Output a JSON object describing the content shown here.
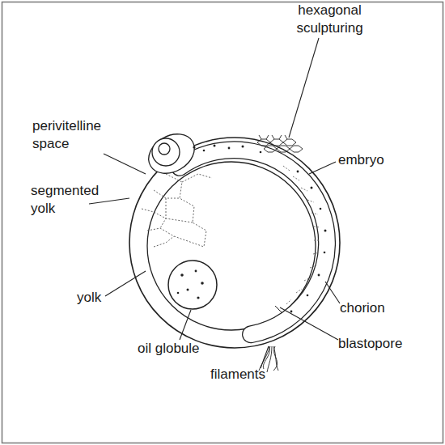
{
  "diagram": {
    "labels": [
      "hexagonal sculpturing",
      "perivitelline space",
      "embryo",
      "segmented yolk",
      "yolk",
      "chorion",
      "oil globule",
      "blastopore",
      "filaments"
    ]
  }
}
